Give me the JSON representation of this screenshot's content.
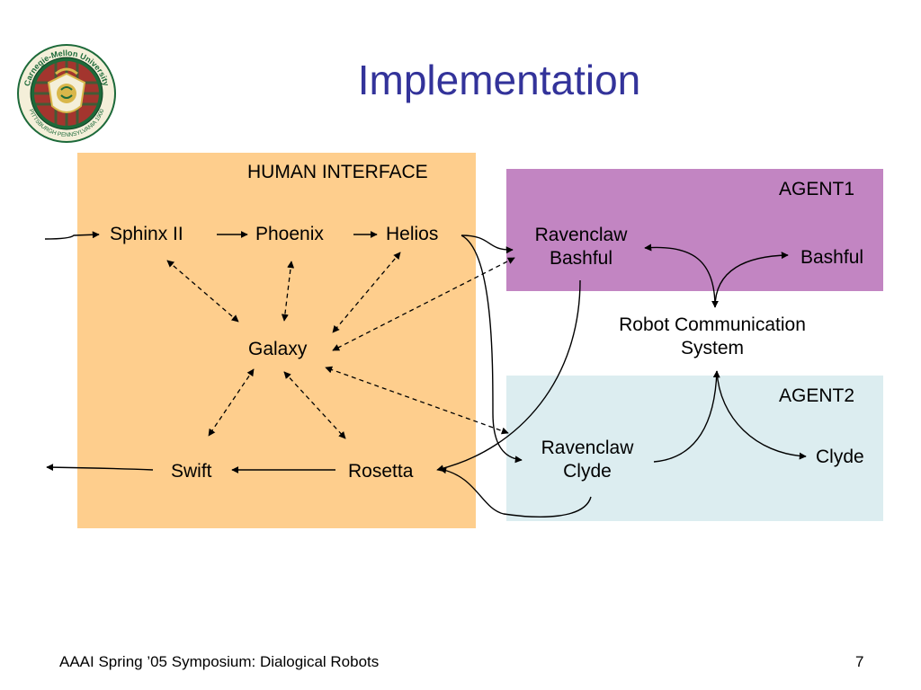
{
  "slide": {
    "title": "Implementation",
    "footer": "AAAI Spring ’05 Symposium: Dialogical Robots",
    "page_number": "7"
  },
  "logo": {
    "text_top": "Carnegie-Mellon University",
    "text_bottom": "PITTSBURGH PENNSYLVANIA 1900",
    "colors": {
      "ring": "#1d6a3a",
      "tartan": "#a3352e",
      "gold": "#d9b74a"
    }
  },
  "boxes": {
    "human_interface": {
      "label": "HUMAN INTERFACE",
      "color": "#fece8d"
    },
    "agent1": {
      "label": "AGENT1",
      "color": "#c285c2"
    },
    "agent2": {
      "label": "AGENT2",
      "color": "#dcedf0"
    }
  },
  "nodes": {
    "sphinx": "Sphinx II",
    "phoenix": "Phoenix",
    "helios": "Helios",
    "galaxy": "Galaxy",
    "swift": "Swift",
    "rosetta": "Rosetta",
    "ravenclaw_bashful": [
      "Ravenclaw",
      "Bashful"
    ],
    "bashful": "Bashful",
    "robot_comm": [
      "Robot Communication",
      "System"
    ],
    "ravenclaw_clyde": [
      "Ravenclaw",
      "Clyde"
    ],
    "clyde": "Clyde"
  },
  "colors": {
    "title": "#33339a",
    "line": "#000000"
  }
}
